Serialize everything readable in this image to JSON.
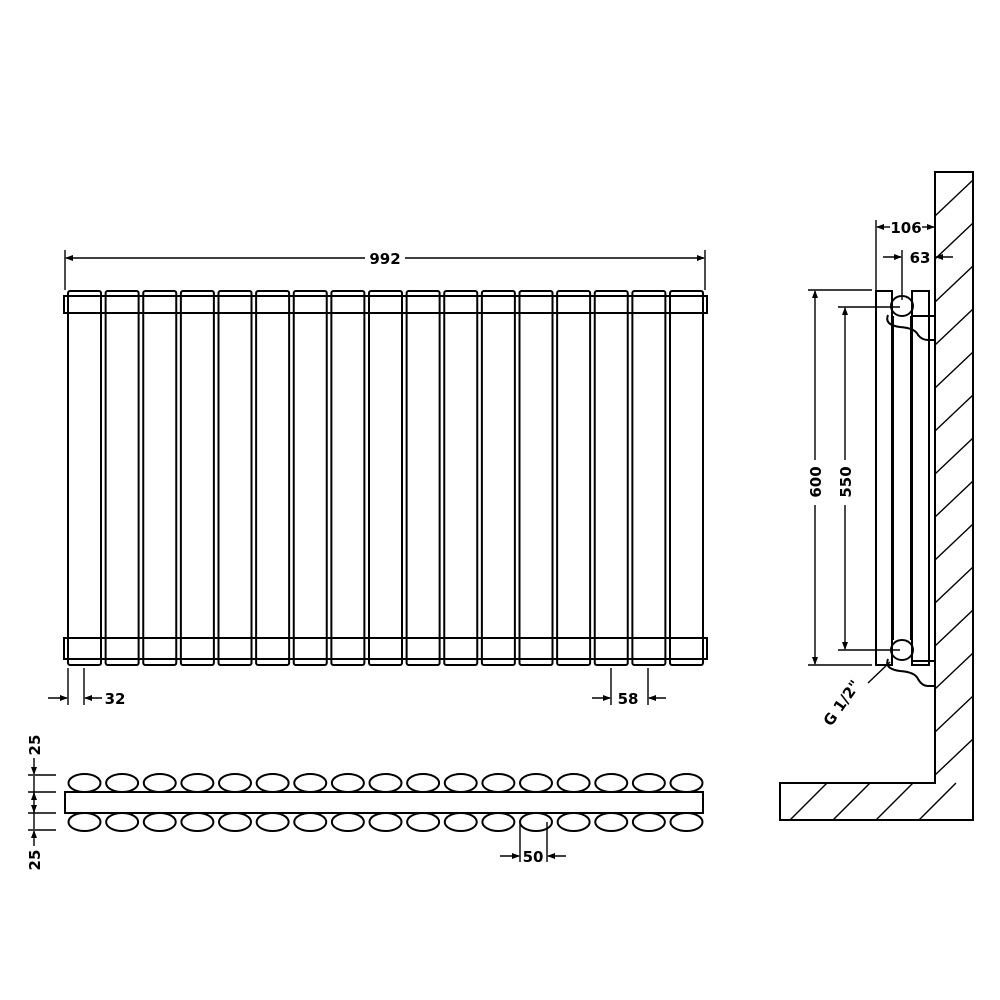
{
  "drawing": {
    "front_view": {
      "panel_count": 17,
      "overall_width_label": "992",
      "panel_width_label": "32",
      "panel_pitch_label": "58"
    },
    "plan_view": {
      "depth_top_label": "25",
      "depth_bottom_label": "25",
      "tube_spacing_label": "50"
    },
    "side_view": {
      "height_label": "600",
      "centres_label": "550",
      "wall_to_front_label": "106",
      "wall_to_pipe_label": "63",
      "connection_label": "G 1/2\""
    }
  }
}
